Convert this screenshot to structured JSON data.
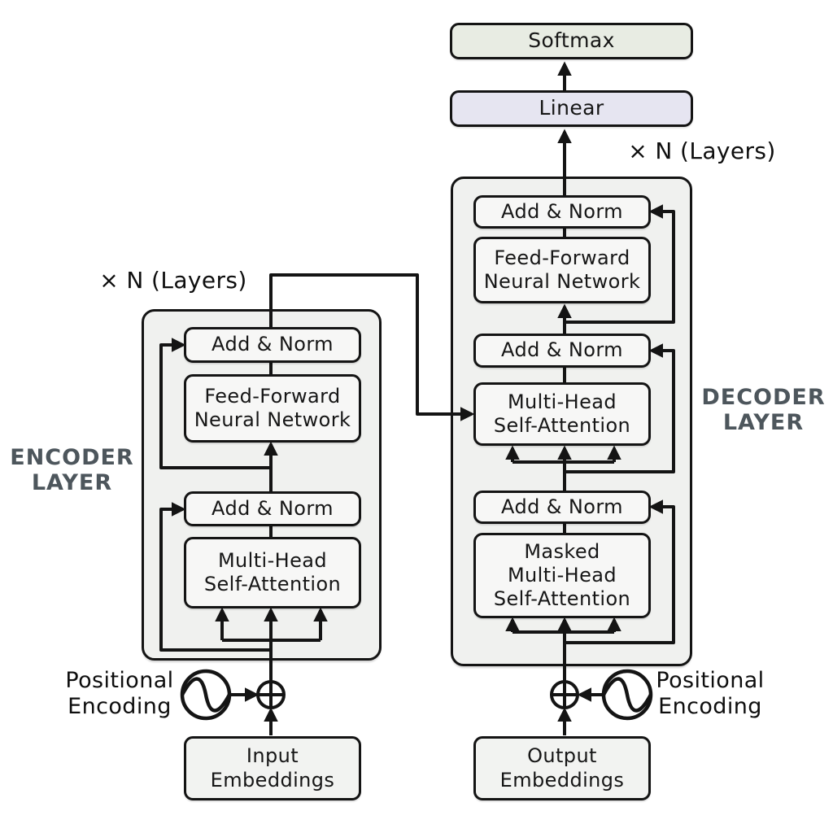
{
  "head": {
    "softmax": "Softmax",
    "linear": "Linear"
  },
  "encoder": {
    "repeat_label": "× N (Layers)",
    "side_label": "ENCODER\nLAYER",
    "add_norm_upper": "Add & Norm",
    "feed_forward": "Feed-Forward\nNeural Network",
    "add_norm_lower": "Add & Norm",
    "self_attention": "Multi-Head\nSelf-Attention",
    "positional_encoding": "Positional\nEncoding",
    "embeddings": "Input\nEmbeddings"
  },
  "decoder": {
    "repeat_label": "× N (Layers)",
    "side_label": "DECODER\nLAYER",
    "add_norm_top": "Add & Norm",
    "feed_forward": "Feed-Forward\nNeural Network",
    "add_norm_middle": "Add & Norm",
    "cross_attention": "Multi-Head\nSelf-Attention",
    "add_norm_bottom": "Add & Norm",
    "masked_self_attention": "Masked\nMulti-Head\nSelf-Attention",
    "positional_encoding": "Positional\nEncoding",
    "embeddings": "Output\nEmbeddings"
  },
  "colors": {
    "stroke": "#141414",
    "container_fill": "#f0f1ef",
    "box_fill": "#f7f7f6",
    "softmax_fill": "#e8ece3",
    "linear_fill": "#e6e5f1",
    "embed_fill": "#f2f3f1",
    "side_label_color": "#4d565c"
  }
}
